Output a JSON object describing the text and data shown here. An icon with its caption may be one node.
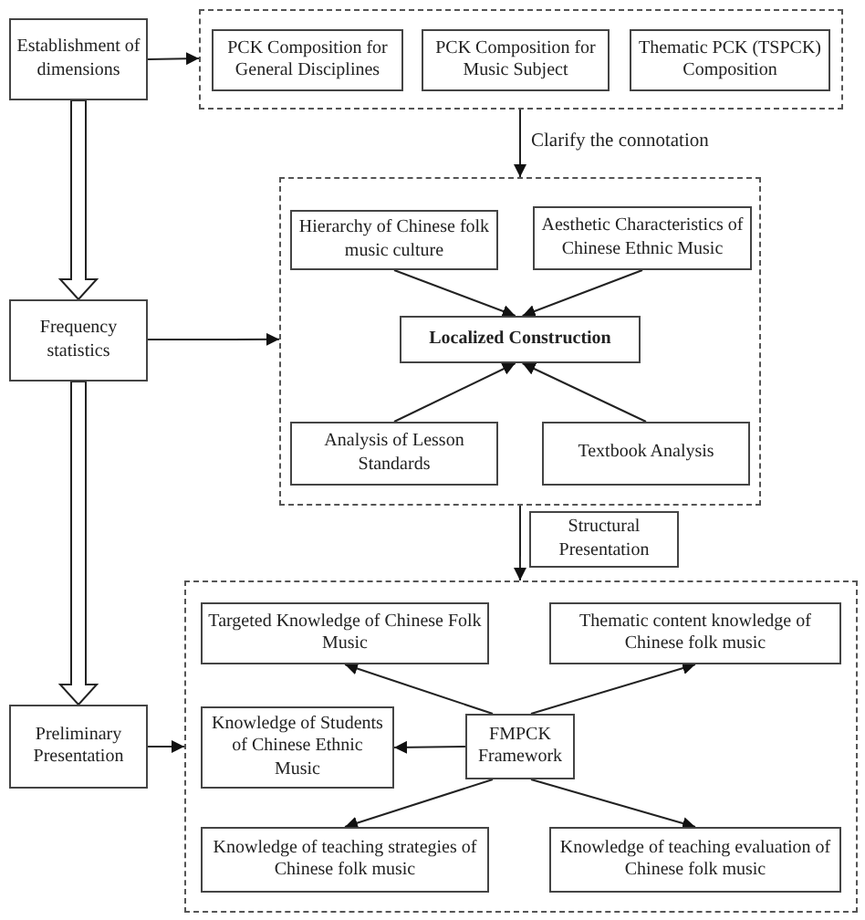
{
  "diagram": {
    "nodes": [
      {
        "text": [
          "Establishment of dimensions"
        ]
      },
      {
        "text": [],
        "shape": "box"
      },
      {
        "text": [
          "PCK Composition for General Disciplines"
        ],
        "in": 1
      },
      {
        "text": [
          "PCK Composition for Music Subject"
        ],
        "in": 1
      },
      {
        "text": [
          "Thematic PCK (TSPCK) Composition"
        ],
        "in": 1
      },
      {
        "text": [
          "Frequency statistics"
        ]
      },
      {
        "text": [],
        "shape": "box"
      },
      {
        "text": [
          "Hierarchy of Chinese folk music culture"
        ],
        "in": 6
      },
      {
        "text": [
          "Aesthetic Characteristics of Chinese Ethnic Music"
        ],
        "in": 6
      },
      {
        "text": [
          "Localized Construction"
        ],
        "in": 6
      },
      {
        "text": [
          "Analysis of Lesson Standards"
        ],
        "in": 6
      },
      {
        "text": [
          "Textbook Analysis"
        ],
        "in": 6
      },
      {
        "text": [
          "Structural Presentation"
        ]
      },
      {
        "text": [
          "Preliminary Presentation"
        ]
      },
      {
        "text": [],
        "shape": "box"
      },
      {
        "text": [
          "Targeted Knowledge of Chinese Folk Music"
        ],
        "in": 14
      },
      {
        "text": [
          "Thematic content knowledge of Chinese folk music"
        ],
        "in": 14
      },
      {
        "text": [
          "Knowledge of Students of Chinese Ethnic Music"
        ],
        "in": 14
      },
      {
        "text": [
          "FMPCK Framework"
        ],
        "in": 14
      },
      {
        "text": [
          "Knowledge of teaching strategies of Chinese folk music"
        ],
        "in": 14
      },
      {
        "text": [
          "Knowledge of teaching evaluation of Chinese folk music"
        ],
        "in": 14
      }
    ],
    "edges": [
      {
        "from": 0,
        "to": 1,
        "arrow": "to"
      },
      {
        "from": 0,
        "to": 5,
        "arrow": "to",
        "style": "thick"
      },
      {
        "from": 1,
        "to": 6,
        "arrow": "to",
        "label": "Clarify the connotation"
      },
      {
        "from": 5,
        "to": 6,
        "arrow": "to"
      },
      {
        "from": 7,
        "to": 9,
        "arrow": "to"
      },
      {
        "from": 8,
        "to": 9,
        "arrow": "to"
      },
      {
        "from": 10,
        "to": 9,
        "arrow": "to"
      },
      {
        "from": 11,
        "to": 9,
        "arrow": "to"
      },
      {
        "from": 6,
        "to": 14,
        "arrow": "to"
      },
      {
        "from": 5,
        "to": 13,
        "arrow": "to",
        "style": "thick"
      },
      {
        "from": 13,
        "to": 14,
        "arrow": "to"
      },
      {
        "from": 18,
        "to": 15,
        "arrow": "to"
      },
      {
        "from": 18,
        "to": 16,
        "arrow": "to"
      },
      {
        "from": 18,
        "to": 17,
        "arrow": "to"
      },
      {
        "from": 18,
        "to": 19,
        "arrow": "to"
      },
      {
        "from": 18,
        "to": 20,
        "arrow": "to"
      }
    ]
  }
}
